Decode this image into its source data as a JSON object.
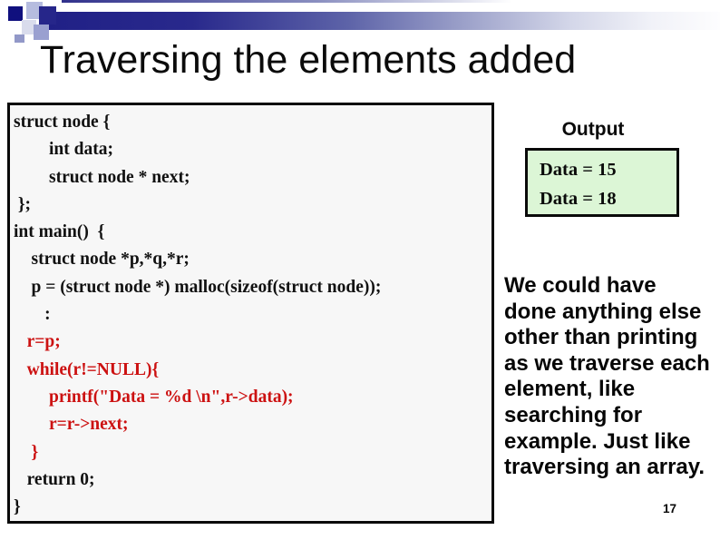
{
  "slide": {
    "title": "Traversing the elements added",
    "page_number": "17"
  },
  "code_panel": {
    "lines": [
      {
        "text": "struct node {",
        "cls": "code-line"
      },
      {
        "text": "        int data;",
        "cls": "code-line"
      },
      {
        "text": "        struct node * next;",
        "cls": "code-line"
      },
      {
        "text": " };",
        "cls": "code-line"
      },
      {
        "text": "int main()  {",
        "cls": "code-line"
      },
      {
        "text": "    struct node *p,*q,*r;",
        "cls": "code-line"
      },
      {
        "text": "    p = (struct node *) malloc(sizeof(struct node));",
        "cls": "code-line"
      },
      {
        "text": "       :",
        "cls": "code-line"
      },
      {
        "text": "   r=p;",
        "cls": "code-line red"
      },
      {
        "text": "   while(r!=NULL){",
        "cls": "code-line red"
      },
      {
        "text": "        printf(\"Data = %d \\n\",r->data);",
        "cls": "code-line red"
      },
      {
        "text": "        r=r->next;",
        "cls": "code-line red"
      },
      {
        "text": "    }",
        "cls": "code-line red"
      },
      {
        "text": "   return 0;",
        "cls": "code-line"
      },
      {
        "text": "}",
        "cls": "code-line"
      }
    ]
  },
  "output_panel": {
    "label": "Output",
    "lines": [
      "Data = 15",
      "Data = 18"
    ]
  },
  "note": {
    "lines": [
      "We could have",
      "done anything else",
      "other than printing",
      "as we traverse each",
      "element, like",
      "searching for",
      "example. Just like",
      "traversing an array."
    ],
    "full_text": "We could have done anything else other than printing as we traverse each element, like searching for example. Just like traversing an array."
  },
  "colors": {
    "accent_navy": "#26268a",
    "code_red": "#cc1111",
    "output_box_bg": "#dcf6d6",
    "code_box_bg": "#f7f7f7"
  }
}
